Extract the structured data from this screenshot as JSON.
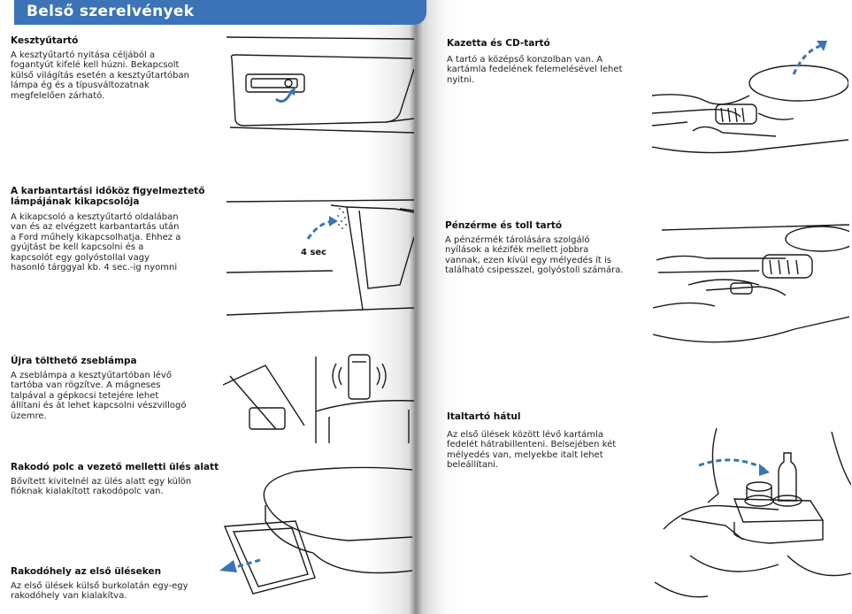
{
  "page": {
    "title": "Belső szerelvények"
  },
  "left": {
    "s1": {
      "heading": "Kesztyűtartó",
      "text": "A kesztyűtartó nyitása céljából a\nfogantyút kifelé kell húzni. Bekapcsolt\nkülső világítás esetén a kesztyűtartóban\nlámpa ég és a típusváltozatnak\nmegfelelően zárható."
    },
    "s2": {
      "heading": "A karbantartási időköz figyelmeztető\nlámpájának kikapcsolója",
      "text": "A kikapcsoló a kesztyűtartó oldalában\nvan és az elvégzett karbantartás után\na Ford műhely kikapcsolhatja. Ehhez a\ngyújtást be kell kapcsolni és  a\nkapcsolót egy golyóstollal vagy\nhasonló tárggyal kb. 4 sec.-ig nyomni",
      "figure_label": "4 sec"
    },
    "s3": {
      "heading": "Újra tölthető zseblámpa",
      "text": "A zseblámpa a kesztyűtartóban lévő\ntartóba van rögzítve. A mágneses\ntalpával a gépkocsi tetejére lehet\nállítani és át lehet kapcsolni vészvillogó\nüzemre."
    },
    "s4": {
      "heading": "Rakodó polc a vezető melletti ülés alatt",
      "text": "Bővített kivitelnél az ülés alatt egy külön\nfióknak kialakított rakodópolc van."
    },
    "s5": {
      "heading": "Rakodóhely az első üléseken",
      "text": "Az első ülések külső burkolatán egy-egy\nrakodóhely van kialakítva."
    }
  },
  "right": {
    "s1": {
      "heading": "Kazetta és CD-tartó",
      "text": "A tartó a középső konzolban van. A\nkartámla fedelének felemelésével lehet\nnyitni."
    },
    "s2": {
      "heading": "Pénzérme és toll tartó",
      "text": "A pénzérmék tárolására szolgáló\nnyílások a kézifék mellett jobbra\nvannak, ezen kívül egy mélyedés ít is\ntalálható csipesszel, golyóstoll számára."
    },
    "s3": {
      "heading": "Italtartó hátul",
      "text": "Az első ülések között lévő kartámla\nfedelét hátrabillenteni. Belsejében két\nmélyedés van, melyekbe italt lehet\nbeleállítani."
    }
  },
  "colors": {
    "title_bar": "#3b73b6",
    "arrow": "#3b73b6",
    "line_art": "#1a1a1a"
  },
  "icons": {
    "glovebox": "glovebox-illustration",
    "switch": "service-switch-illustration",
    "flashlight": "flashlight-illustration",
    "drawer": "seat-drawer-illustration",
    "cd_holder": "cd-holder-illustration",
    "coin_holder": "coin-holder-illustration",
    "cupholder": "rear-cupholder-illustration"
  }
}
